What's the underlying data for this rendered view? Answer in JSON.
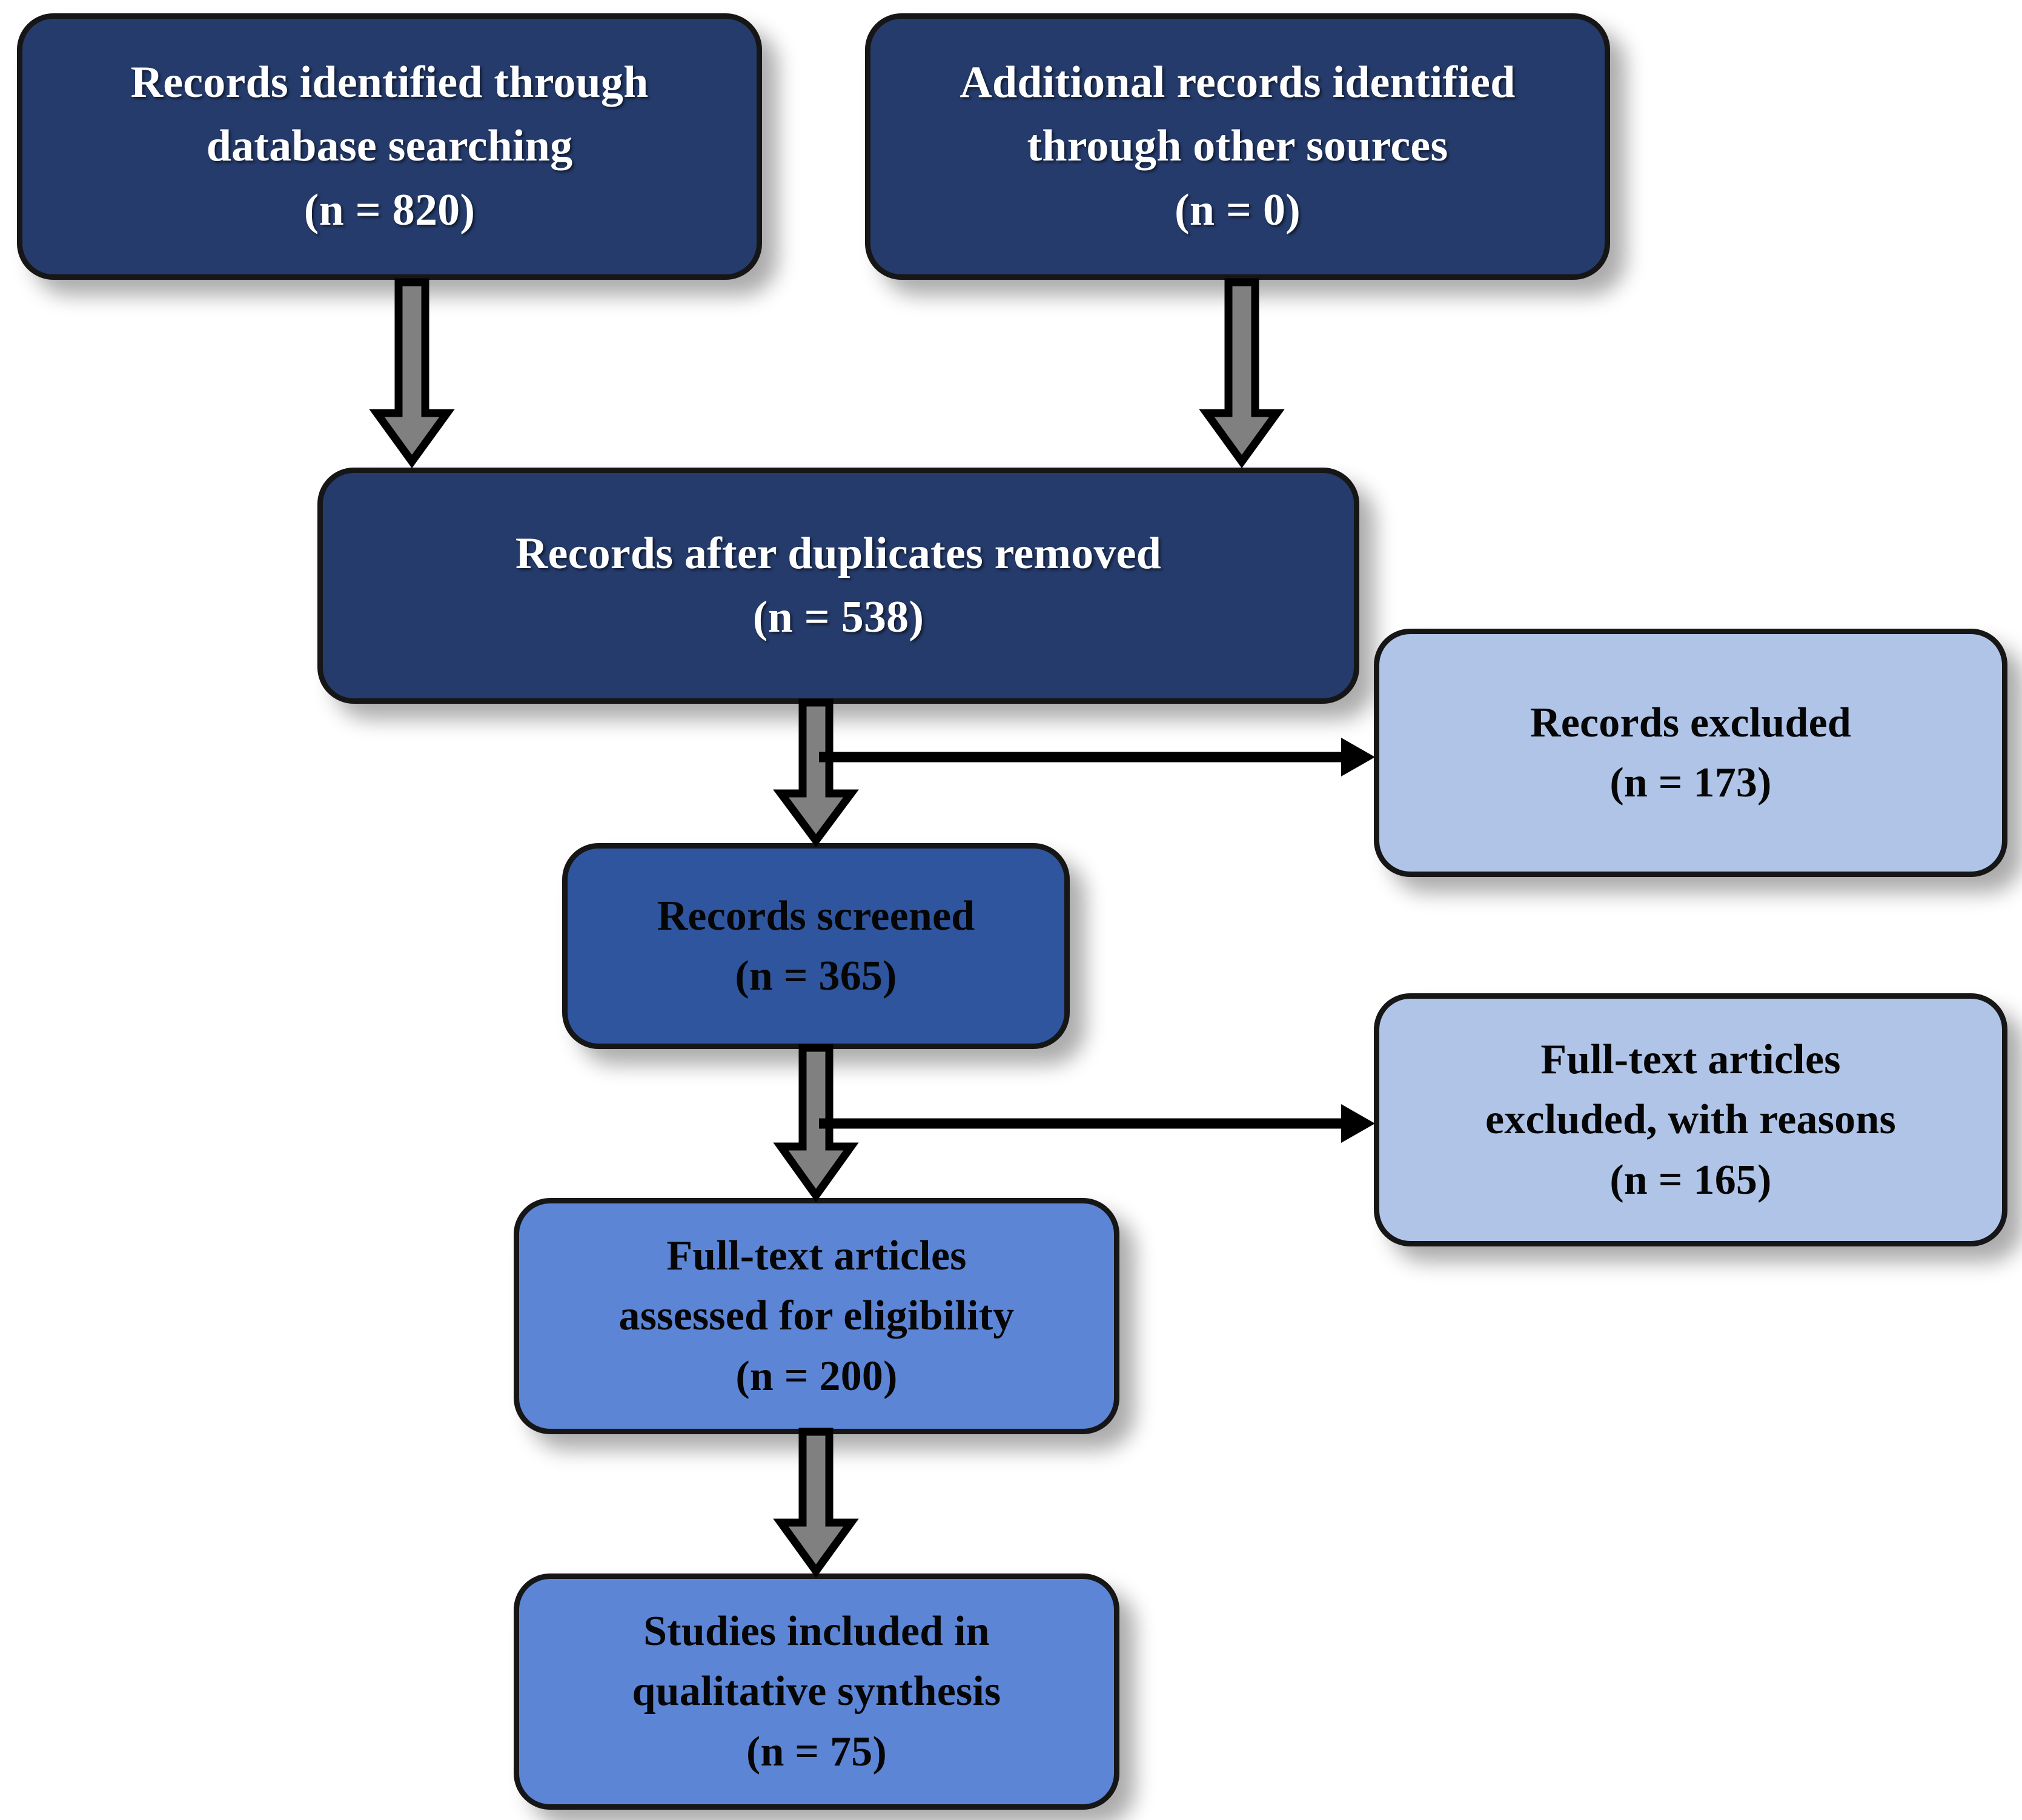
{
  "diagram": {
    "type": "PRISMA flow diagram",
    "title": "",
    "colors": {
      "navy": "#253B6B",
      "medium_blue": "#2F559E",
      "light_medium_blue": "#5C85D6",
      "pale_blue": "#B0C4E8",
      "outline": "#161616",
      "arrow_fill": "#808080",
      "arrow_outline": "#000000",
      "background": "#FFFFFF"
    },
    "nodes": [
      {
        "id": "records_identified_database",
        "lines": [
          "Records identified through",
          "database searching",
          "(n =  820)"
        ],
        "count": 820,
        "fill": "navy",
        "text_color": "#FFFFFF"
      },
      {
        "id": "additional_records_other_sources",
        "lines": [
          "Additional records identified",
          "through other sources",
          "(n = 0)"
        ],
        "count": 0,
        "fill": "navy",
        "text_color": "#FFFFFF"
      },
      {
        "id": "records_after_duplicates_removed",
        "lines": [
          "Records after duplicates removed",
          "(n =  538)"
        ],
        "count": 538,
        "fill": "navy",
        "text_color": "#FFFFFF"
      },
      {
        "id": "records_screened",
        "lines": [
          "Records screened",
          "(n = 365)"
        ],
        "count": 365,
        "fill": "medium_blue",
        "text_color": "#060606"
      },
      {
        "id": "records_excluded",
        "lines": [
          "Records excluded",
          "(n = 173)"
        ],
        "count": 173,
        "fill": "pale_blue",
        "text_color": "#060606"
      },
      {
        "id": "fulltext_assessed_eligibility",
        "lines": [
          "Full-text articles",
          "assessed for eligibility",
          "(n = 200)"
        ],
        "count": 200,
        "fill": "light_medium_blue",
        "text_color": "#060606"
      },
      {
        "id": "fulltext_excluded_with_reasons",
        "lines": [
          "Full-text articles",
          "excluded, with reasons",
          "(n = 165)"
        ],
        "count": 165,
        "fill": "pale_blue",
        "text_color": "#060606"
      },
      {
        "id": "studies_included_qualitative_synthesis",
        "lines": [
          "Studies included in",
          "qualitative synthesis",
          "(n = 75)"
        ],
        "count": 75,
        "fill": "light_medium_blue",
        "text_color": "#060606"
      }
    ],
    "edges": [
      {
        "id": "e1",
        "from": "records_identified_database",
        "to": "records_after_duplicates_removed",
        "style": "block-arrow-down"
      },
      {
        "id": "e2",
        "from": "additional_records_other_sources",
        "to": "records_after_duplicates_removed",
        "style": "block-arrow-down"
      },
      {
        "id": "e3",
        "from": "records_after_duplicates_removed",
        "to": "records_screened",
        "style": "block-arrow-down"
      },
      {
        "id": "e4",
        "from": "records_after_duplicates_removed",
        "to": "records_excluded",
        "style": "thin-arrow-right"
      },
      {
        "id": "e5",
        "from": "records_screened",
        "to": "fulltext_assessed_eligibility",
        "style": "block-arrow-down"
      },
      {
        "id": "e6",
        "from": "records_screened",
        "to": "fulltext_excluded_with_reasons",
        "style": "thin-arrow-right"
      },
      {
        "id": "e7",
        "from": "fulltext_assessed_eligibility",
        "to": "studies_included_qualitative_synthesis",
        "style": "block-arrow-down"
      }
    ]
  },
  "nodes_text": {
    "db": {
      "l1": "Records identified through",
      "l2": "database searching",
      "l3": "(n =  820)"
    },
    "other": {
      "l1": "Additional records identified",
      "l2": "through other sources",
      "l3": "(n = 0)"
    },
    "dupes": {
      "l1": "Records after duplicates removed",
      "l2": "(n =  538)"
    },
    "screened": {
      "l1": "Records screened",
      "l2": "(n = 365)"
    },
    "excluded": {
      "l1": "Records excluded",
      "l2": "(n = 173)"
    },
    "fulltext": {
      "l1": "Full-text articles",
      "l2": "assessed for eligibility",
      "l3": "(n = 200)"
    },
    "ftexcl": {
      "l1": "Full-text articles",
      "l2": "excluded, with reasons",
      "l3": "(n = 165)"
    },
    "included": {
      "l1": "Studies included in",
      "l2": "qualitative synthesis",
      "l3": "(n = 75)"
    }
  }
}
